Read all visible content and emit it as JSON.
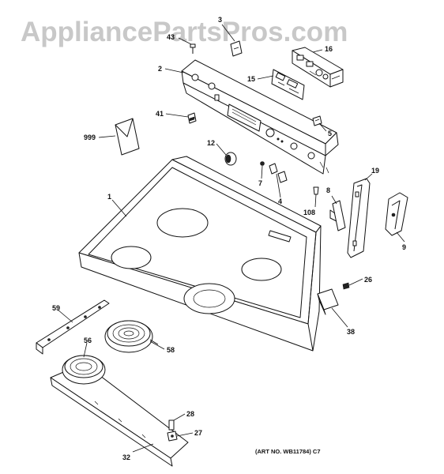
{
  "watermark": "AppliancePartsPros.com",
  "art_number": "(ART NO. WB11784) C7",
  "callouts": {
    "c1": "1",
    "c2": "2",
    "c3": "3",
    "c4": "4",
    "c5": "5",
    "c7": "7",
    "c8": "8",
    "c9": "9",
    "c12": "12",
    "c15": "15",
    "c16": "16",
    "c19": "19",
    "c26": "26",
    "c27": "27",
    "c28": "28",
    "c32": "32",
    "c38": "38",
    "c41": "41",
    "c43": "43",
    "c56": "56",
    "c58": "58",
    "c59": "59",
    "c108": "108",
    "c999": "999"
  }
}
